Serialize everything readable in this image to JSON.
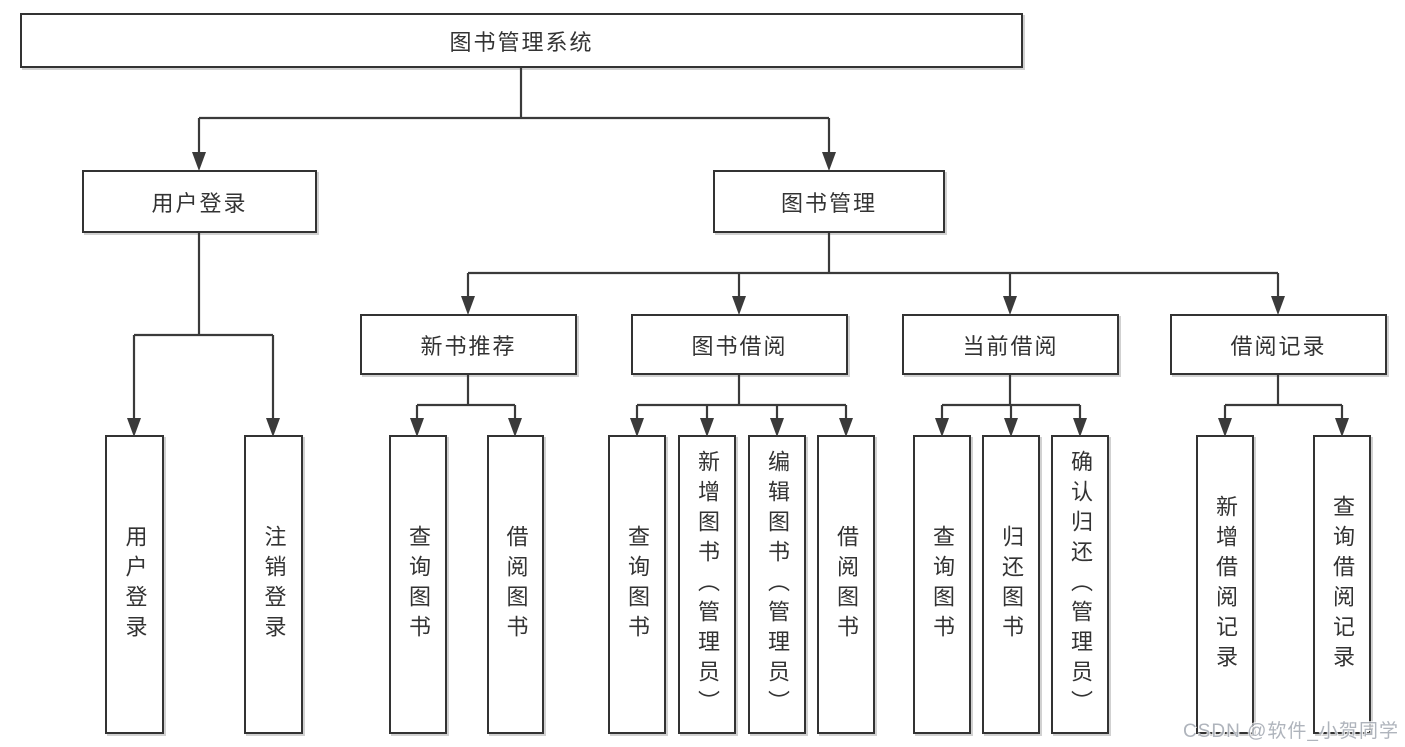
{
  "diagram": {
    "title": "图书管理系统",
    "level2": {
      "user_login": "用户登录",
      "book_management": "图书管理"
    },
    "level3": {
      "new_book_recommend": "新书推荐",
      "book_borrow": "图书借阅",
      "current_borrow": "当前借阅",
      "borrow_records": "借阅记录"
    },
    "leaves": {
      "user_login": "用户登录",
      "logout": "注销登录",
      "rec_query_book": "查询图书",
      "rec_borrow_book": "借阅图书",
      "bb_query_book": "查询图书",
      "bb_add_book": "新增图书（管理员）",
      "bb_edit_book": "编辑图书（管理员）",
      "bb_borrow_book": "借阅图书",
      "cb_query_book": "查询图书",
      "cb_return_book": "归还图书",
      "cb_confirm_return": "确认归还（管理员）",
      "br_add_record": "新增借阅记录",
      "br_query_record": "查询借阅记录"
    },
    "watermark": "CSDN @软件_小贺同学",
    "colors": {
      "background": "#ffffff",
      "box_border": "#333333",
      "text": "#333333",
      "line": "#3a3a3a",
      "watermark": "#abb0b8"
    }
  }
}
